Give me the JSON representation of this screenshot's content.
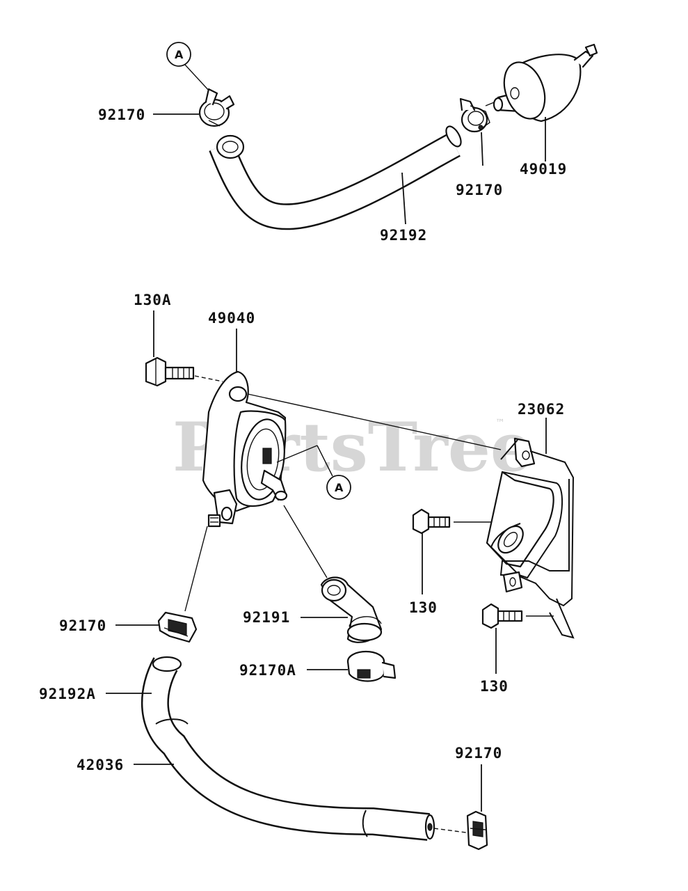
{
  "watermark": {
    "text": "PartsTree",
    "trademark": "™"
  },
  "callouts": {
    "a_top": "A",
    "a_pump": "A"
  },
  "labels": {
    "clamp_top_left": "92170",
    "hose_upper": "92192",
    "clamp_top_right": "92170",
    "fuel_filter": "49019",
    "bolt_pump": "130A",
    "fuel_pump": "49040",
    "bracket": "23062",
    "bolt_bracket_upper": "130",
    "bolt_bracket_lower": "130",
    "clamp_pump_outlet": "92170",
    "hose_pump_inlet": "92191",
    "clamp_pump_inlet": "92170A",
    "hose_lower": "92192A",
    "hose_protector": "42036",
    "clamp_bottom": "92170"
  }
}
